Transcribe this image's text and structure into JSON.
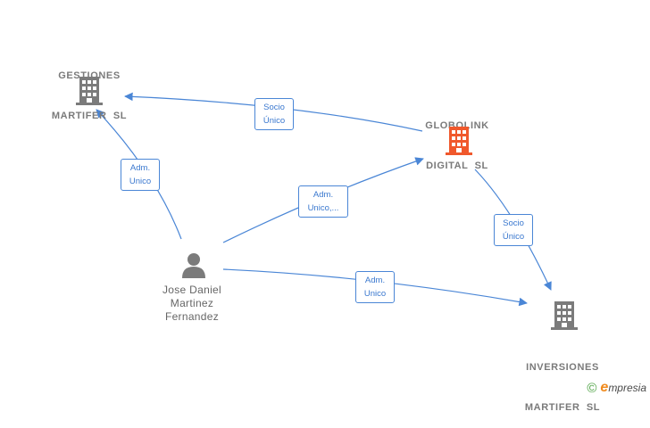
{
  "nodes": {
    "gestiones": {
      "line1": "GESTIONES",
      "line2": "MARTIFER  SL"
    },
    "globolink": {
      "line1": "GLOBOLINK",
      "line2": "DIGITAL  SL"
    },
    "inversiones": {
      "line1": "INVERSIONES",
      "line2": "MARTIFER  SL"
    },
    "person": {
      "line1": "Jose Daniel",
      "line2": "Martinez",
      "line3": "Fernandez"
    }
  },
  "edges": {
    "globolink_gestiones": {
      "line1": "Socio",
      "line2": "Único"
    },
    "person_gestiones": {
      "line1": "Adm.",
      "line2": "Unico"
    },
    "person_globolink": {
      "line1": "Adm.",
      "line2": "Unico,..."
    },
    "globolink_inversiones": {
      "line1": "Socio",
      "line2": "Único"
    },
    "person_inversiones": {
      "line1": "Adm.",
      "line2": "Unico"
    }
  },
  "colors": {
    "edge": "#4a86d6",
    "company_icon": "#7b7b7b",
    "highlight_icon": "#f0582c",
    "person_icon": "#7b7b7b"
  },
  "brand": {
    "copyright": "©",
    "initial": "e",
    "rest": "mpresia"
  }
}
